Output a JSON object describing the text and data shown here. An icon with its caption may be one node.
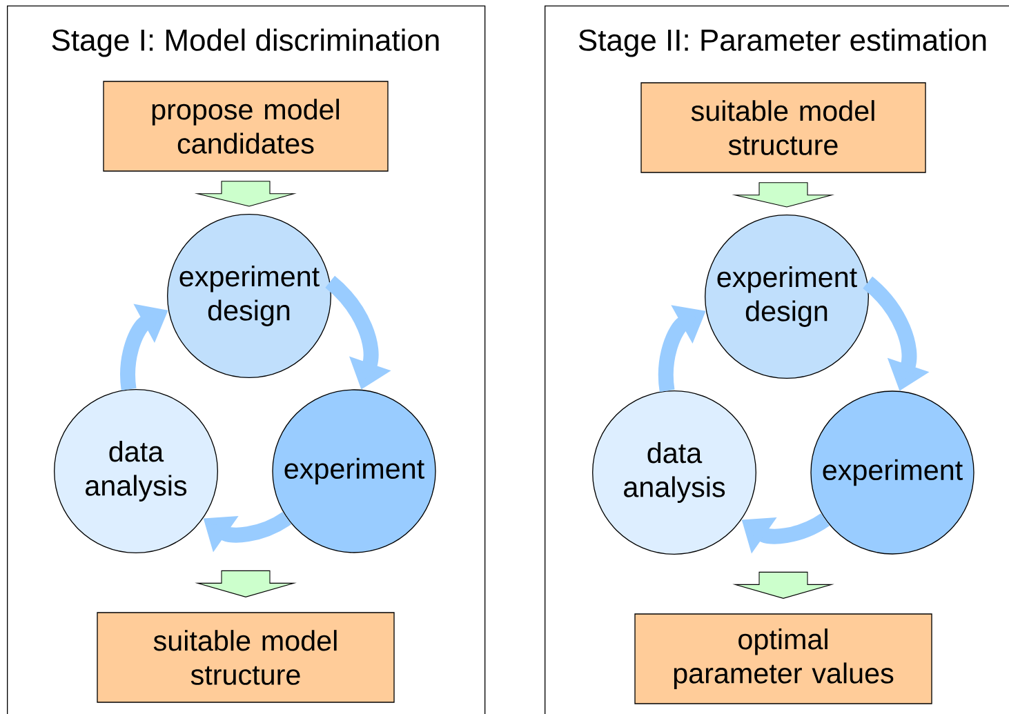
{
  "diagram": {
    "nodes": [
      {
        "text": [
          "Stage I: Model discrimination"
        ]
      },
      {
        "text": [
          "propose model candidates"
        ],
        "in": 0
      },
      {
        "text": [
          "experiment design"
        ],
        "in": 0
      },
      {
        "text": [
          "experiment"
        ],
        "in": 0
      },
      {
        "text": [
          "data analysis"
        ],
        "in": 0
      },
      {
        "text": [
          "suitable model structure"
        ],
        "in": 0
      },
      {
        "text": [
          "Stage II: Parameter estimation"
        ]
      },
      {
        "text": [
          "suitable model structure"
        ],
        "in": 6
      },
      {
        "text": [
          "experiment design"
        ],
        "in": 6
      },
      {
        "text": [
          "experiment"
        ],
        "in": 6
      },
      {
        "text": [
          "data analysis"
        ],
        "in": 6
      },
      {
        "text": [
          "optimal parameter values"
        ],
        "in": 6
      }
    ],
    "edges": [
      {
        "from": 1,
        "to": 2,
        "arrow": "to",
        "color": "#ccffcc"
      },
      {
        "from": 2,
        "to": 3,
        "arrow": "to"
      },
      {
        "from": 3,
        "to": 4,
        "arrow": "to"
      },
      {
        "from": 4,
        "to": 2,
        "arrow": "to"
      },
      {
        "from": null,
        "to": 5,
        "arrow": "to",
        "color": "#ccffcc"
      },
      {
        "from": 7,
        "to": 8,
        "arrow": "to",
        "color": "#ccffcc"
      },
      {
        "from": 8,
        "to": 9,
        "arrow": "to"
      },
      {
        "from": 9,
        "to": 10,
        "arrow": "to"
      },
      {
        "from": 10,
        "to": 8,
        "arrow": "to"
      },
      {
        "from": null,
        "to": 11,
        "arrow": "to",
        "color": "#ccffcc"
      }
    ]
  }
}
